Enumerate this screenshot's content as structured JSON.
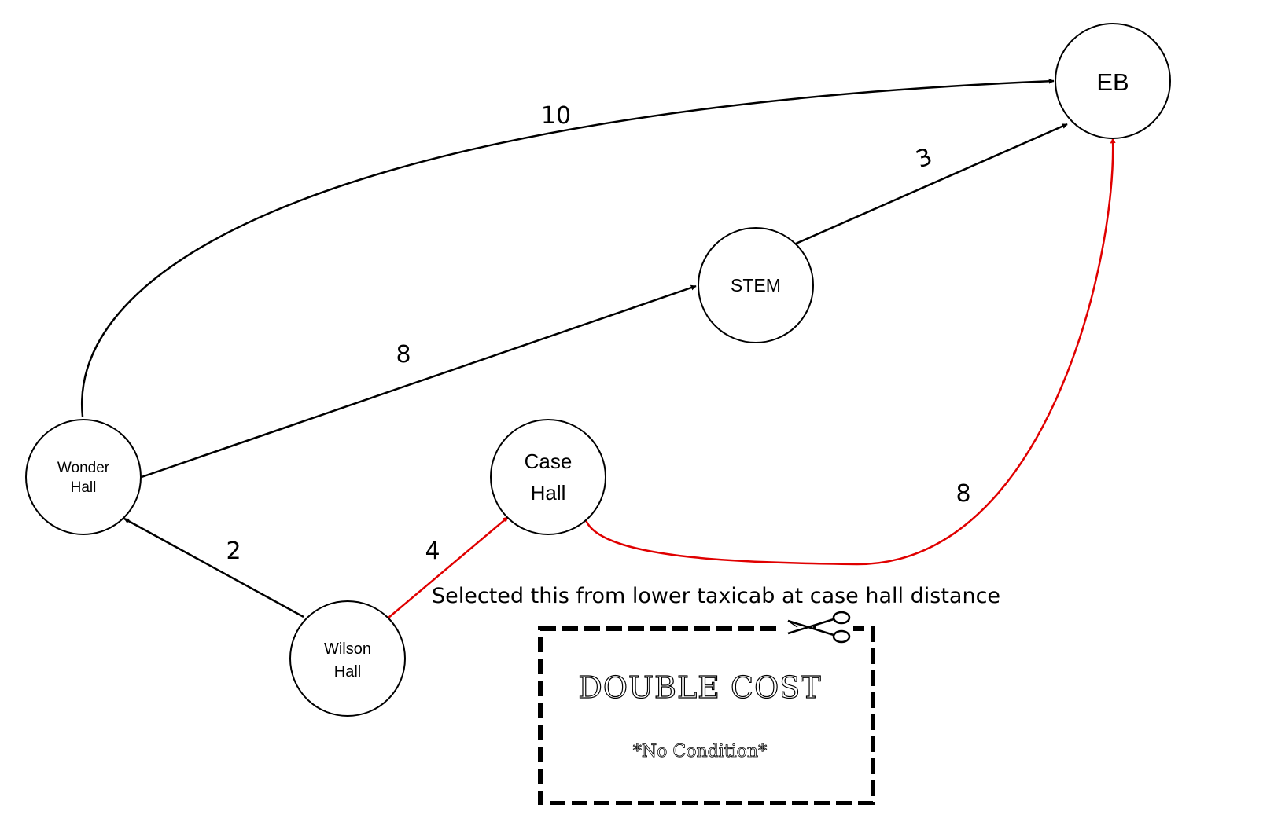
{
  "colors": {
    "default_edge": "#000000",
    "highlight_edge": "#e00000"
  },
  "nodes": {
    "eb": {
      "label": "EB"
    },
    "stem": {
      "label": "STEM"
    },
    "case_hall": {
      "line1": "Case",
      "line2": "Hall"
    },
    "wonder_hall": {
      "line1": "Wonder",
      "line2": "Hall"
    },
    "wilson_hall": {
      "line1": "Wilson",
      "line2": "Hall"
    }
  },
  "edges": [
    {
      "from": "Wonder Hall",
      "to": "EB",
      "weight": "10",
      "highlighted": false
    },
    {
      "from": "STEM",
      "to": "EB",
      "weight": "3",
      "highlighted": false
    },
    {
      "from": "Wonder Hall",
      "to": "STEM",
      "weight": "8",
      "highlighted": false
    },
    {
      "from": "Wilson Hall",
      "to": "Wonder Hall",
      "weight": "2",
      "highlighted": false
    },
    {
      "from": "Wilson Hall",
      "to": "Case Hall",
      "weight": "4",
      "highlighted": true
    },
    {
      "from": "Case Hall",
      "to": "EB",
      "weight": "8",
      "highlighted": true
    }
  ],
  "annotation": "Selected this from lower taxicab at case hall distance",
  "coupon": {
    "title": "DOUBLE COST",
    "subtitle": "*No Condition*",
    "icon": "scissors-icon"
  }
}
